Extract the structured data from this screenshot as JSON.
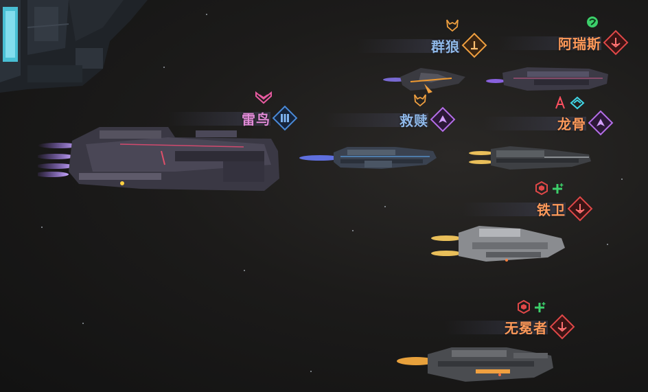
{
  "colors": {
    "blue_name": "#8fb8e8",
    "orange_name": "#ff9a5a",
    "pink_name": "#e28bd8",
    "purple_accent": "#b46ee8",
    "red_accent": "#e04848",
    "orange_accent": "#f0a040",
    "blue_accent": "#4a8ad8"
  },
  "fleet": {
    "ships": [
      {
        "id": "leiniao",
        "name": "雷鸟",
        "class_icon": "carrier-icon",
        "buff_icons": [
          "pink-chevron-emblem-icon"
        ]
      },
      {
        "id": "qunlang",
        "name": "群狼",
        "class_icon": "frigate-icon",
        "buff_icons": [
          "orange-wolf-emblem-icon"
        ]
      },
      {
        "id": "alisi",
        "name": "阿瑞斯",
        "class_icon": "destroyer-icon",
        "buff_icons": [
          "green-bio-emblem-icon"
        ]
      },
      {
        "id": "jiushu",
        "name": "救赎",
        "class_icon": "cruiser-icon",
        "buff_icons": [
          "orange-wolf-emblem-icon"
        ]
      },
      {
        "id": "longgu",
        "name": "龙骨",
        "class_icon": "cruiser-icon",
        "buff_icons": [
          "red-missile-emblem-icon",
          "cyan-wing-emblem-icon"
        ]
      },
      {
        "id": "tiewei",
        "name": "铁卫",
        "class_icon": "destroyer-icon",
        "buff_icons": [
          "red-hex-emblem-icon",
          "green-plus-emblem-icon"
        ]
      },
      {
        "id": "wumianzhe",
        "name": "无冕者",
        "class_icon": "destroyer-icon",
        "buff_icons": [
          "red-hex-emblem-icon",
          "green-plus-emblem-icon"
        ]
      }
    ]
  }
}
